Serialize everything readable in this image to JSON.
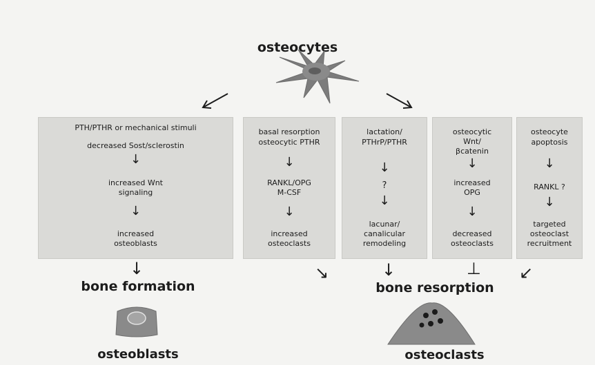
{
  "titles": {
    "top": "osteocytes",
    "formation": "bone formation",
    "resorption": "bone resorption",
    "osteoblasts": "osteoblasts",
    "osteoclasts": "osteoclasts"
  },
  "panels": [
    {
      "l1": "PTH/PTHR or mechanical stimuli",
      "l2": "decreased Sost/sclerostin",
      "l3": "increased Wnt",
      "l4": "signaling",
      "l5": "increased",
      "l6": "osteoblasts"
    },
    {
      "l1": "basal resorption",
      "l2": "osteocytic  PTHR",
      "l3": "RANKL/OPG",
      "l4": "M-CSF",
      "l5": "increased",
      "l6": "osteoclasts"
    },
    {
      "l1": "lactation/",
      "l2": "PTHrP/PTHR",
      "l3": "?",
      "l4": "lacunar/",
      "l5": "canalicular",
      "l6": "remodeling"
    },
    {
      "l1": "osteocytic",
      "l2": "Wnt/",
      "l3": "βcatenin",
      "l4": "increased",
      "l5": "OPG",
      "l6": "decreased",
      "l7": "osteoclasts"
    },
    {
      "l1": "osteocyte",
      "l2": "apoptosis",
      "l3": "RANKL ?",
      "l4": "targeted",
      "l5": "osteoclast",
      "l6": "recruitment"
    }
  ],
  "symbols": {
    "down": "↓",
    "down_right": "↘",
    "down_left": "↙",
    "inhibit": "⊥"
  },
  "colors": {
    "panel_fill": "#dadad7",
    "background": "#f4f4f2",
    "cell_body": "#7c7c7c",
    "text": "#1c1c1c"
  }
}
